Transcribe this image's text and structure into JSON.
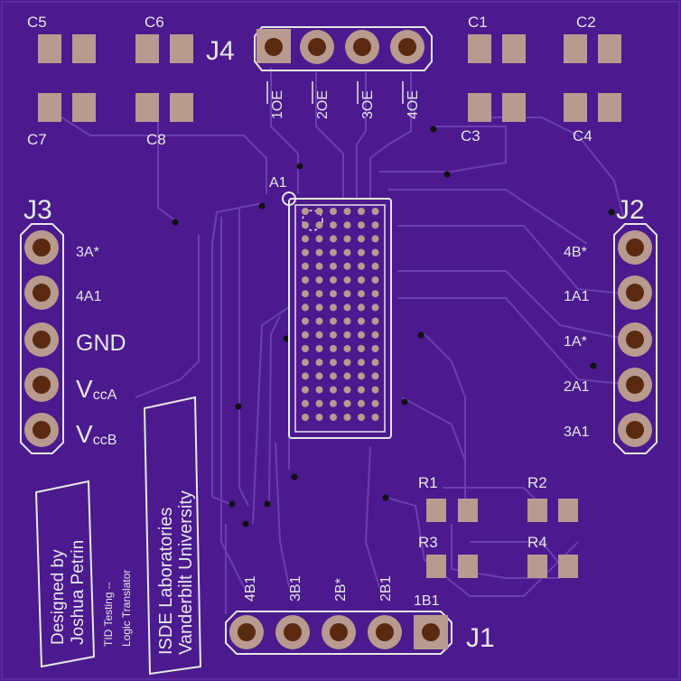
{
  "board": {
    "colors": {
      "board": "#4b1a8e",
      "trace": "#6a3fb0",
      "silk": "#e6e6e6",
      "pad": "#b89a8f",
      "copper": "#8a6a5a"
    }
  },
  "caps": {
    "c1": "C1",
    "c2": "C2",
    "c3": "C3",
    "c4": "C4",
    "c5": "C5",
    "c6": "C6",
    "c7": "C7",
    "c8": "C8"
  },
  "j4": {
    "label": "J4",
    "pins": [
      "1OE",
      "2OE",
      "3OE",
      "4OE"
    ]
  },
  "ic": {
    "label": "A1"
  },
  "j3": {
    "label": "J3",
    "pins": [
      "3A*",
      "4A1",
      "GND",
      "VccA",
      "VccB"
    ],
    "vcc_main": "V",
    "vcca_sub": "ccA",
    "vccb_sub": "ccB"
  },
  "j2": {
    "label": "J2",
    "pins": [
      "4B*",
      "1A1",
      "1A*",
      "2A1",
      "3A1"
    ]
  },
  "j1": {
    "label": "J1",
    "pins": [
      "4B1",
      "3B1",
      "2B*",
      "2B1",
      "1B1"
    ]
  },
  "resistors": {
    "r1": "R1",
    "r2": "R2",
    "r3": "R3",
    "r4": "R4"
  },
  "notes": {
    "designer_line1": "Designed by",
    "designer_line2": "Joshua Petrin",
    "project_line1": "TID Testing --",
    "project_line2": "Logic Translator",
    "lab_line1": "ISDE Laboratories",
    "lab_line2": "Vanderbilt University"
  }
}
